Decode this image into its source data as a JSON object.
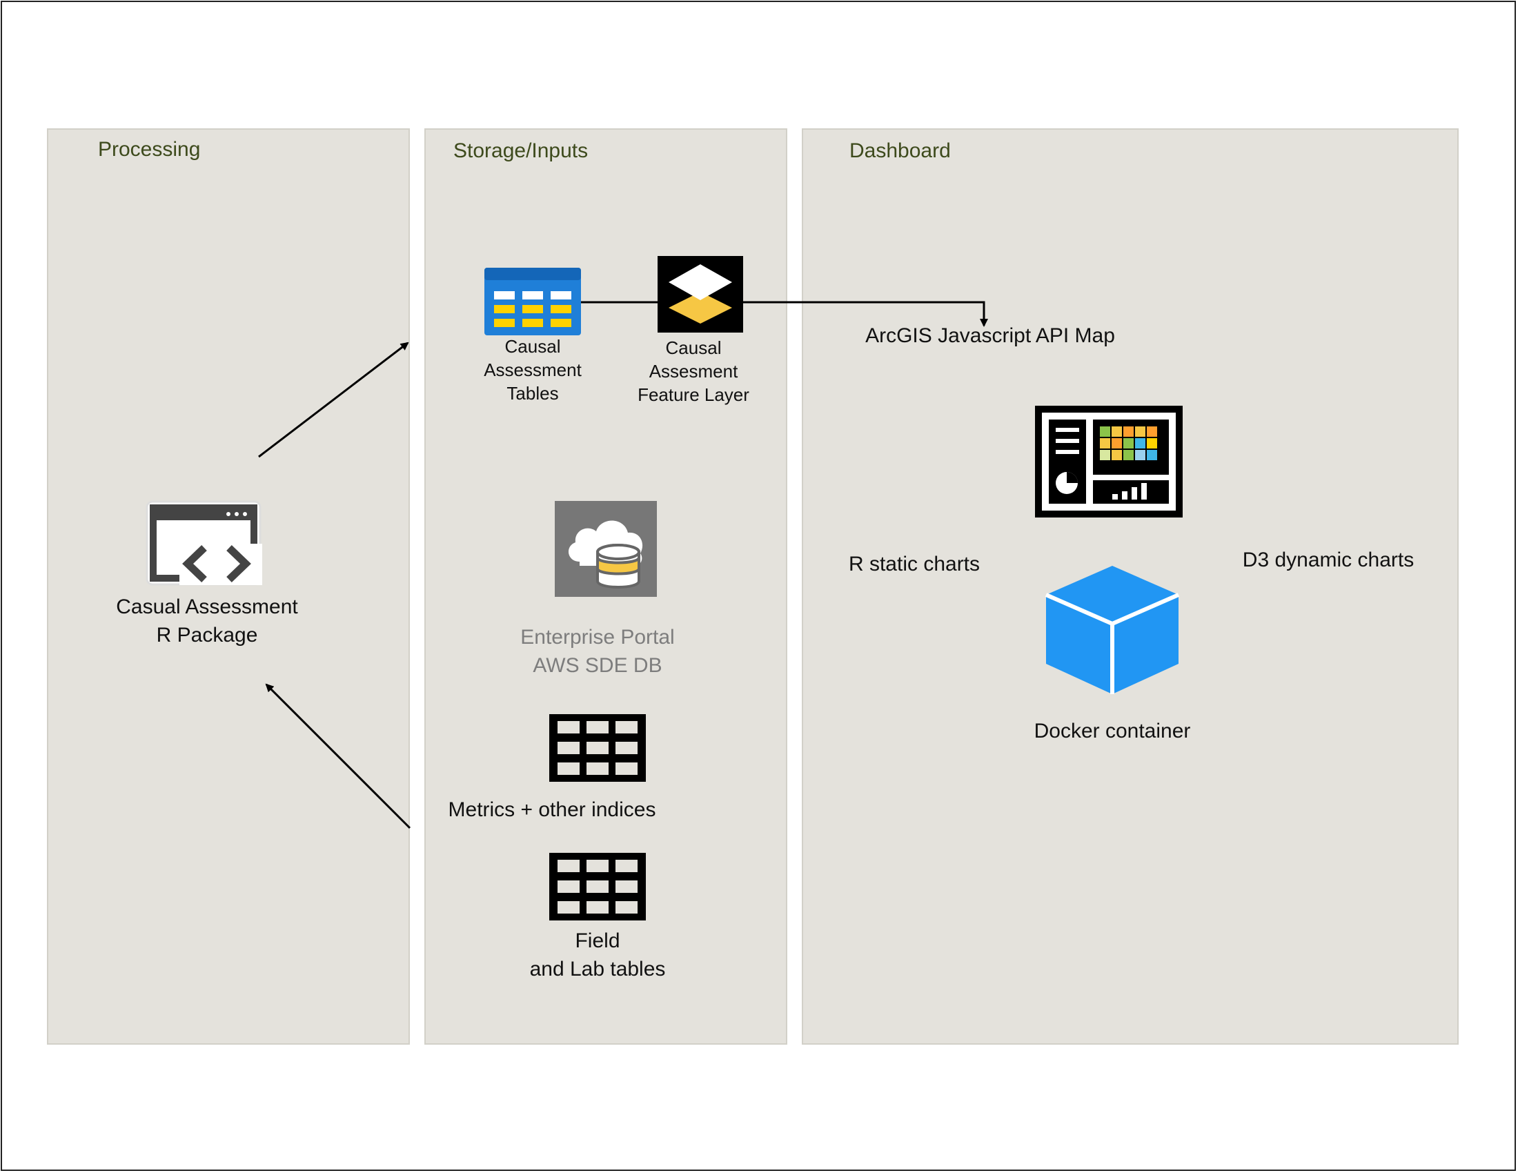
{
  "panels": {
    "processing": {
      "title": "Processing"
    },
    "storage": {
      "title": "Storage/Inputs"
    },
    "dashboard": {
      "title": "Dashboard"
    }
  },
  "nodes": {
    "r_package": {
      "label": "Casual Assessment\nR Package",
      "icon": "code-window-icon"
    },
    "tables": {
      "label": "Causal\nAssessment\nTables",
      "icon": "table-icon",
      "colors": [
        "#1f7fd8",
        "#ffd200"
      ]
    },
    "feature_layer": {
      "label": "Causal\nAssesment\nFeature Layer",
      "icon": "layers-icon",
      "colors": [
        "#000000",
        "#f6c744"
      ]
    },
    "enterprise": {
      "label": "Enterprise Portal\nAWS SDE DB",
      "icon": "cloud-database-icon"
    },
    "metrics": {
      "label": "Metrics + other indices",
      "icon": "grid-table-icon"
    },
    "field_lab": {
      "label": "Field\nand Lab tables",
      "icon": "grid-table-icon"
    },
    "arcgis": {
      "label": "ArcGIS Javascript API Map"
    },
    "dashboard_icon": {
      "icon": "dashboard-icon"
    },
    "r_static": {
      "label": "R static charts"
    },
    "d3": {
      "label": "D3 dynamic charts"
    },
    "docker": {
      "label": "Docker container",
      "icon": "cube-icon",
      "colors": [
        "#2196f3"
      ]
    }
  }
}
